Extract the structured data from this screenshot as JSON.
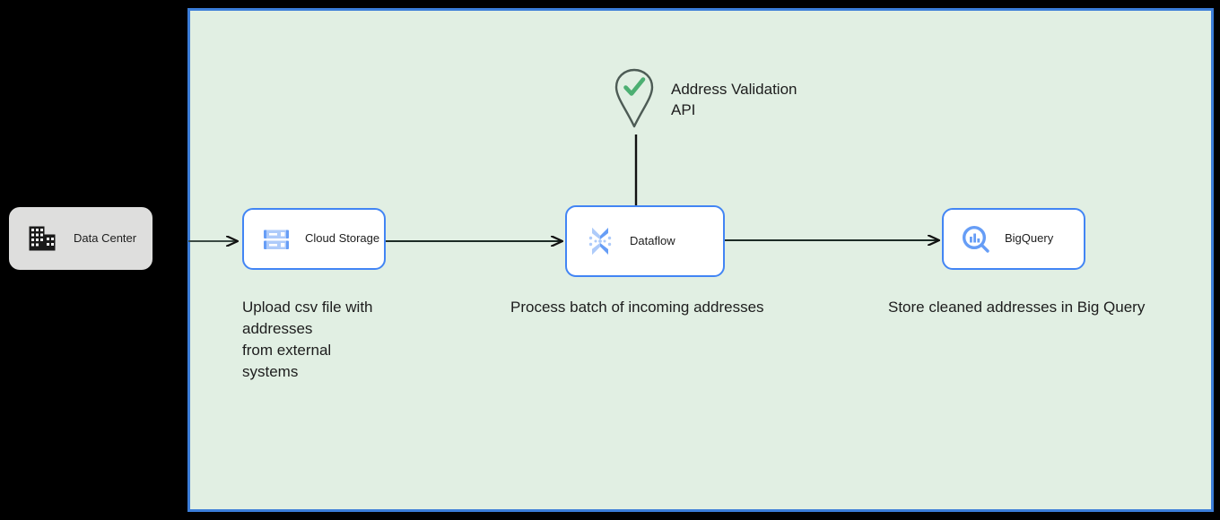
{
  "diagram": {
    "background_color": "#000000",
    "boundary": {
      "name": "cloud-boundary",
      "fill_color": "#e1efe3",
      "border_color": "#3b7dd8"
    },
    "nodes": [
      {
        "id": "datacenter",
        "label": "Data Center",
        "icon": "data-center-icon",
        "fill_color": "#dededd",
        "text_color": "#1d1d1d"
      },
      {
        "id": "cloud-storage",
        "label": "Cloud Storage",
        "icon": "cloud-storage-icon",
        "fill_color": "#ffffff",
        "border_color": "#4285f4"
      },
      {
        "id": "dataflow",
        "label": "Dataflow",
        "icon": "dataflow-icon",
        "fill_color": "#ffffff",
        "border_color": "#4285f4"
      },
      {
        "id": "bigquery",
        "label": "BigQuery",
        "icon": "bigquery-icon",
        "fill_color": "#ffffff",
        "border_color": "#4285f4"
      }
    ],
    "external_service": {
      "id": "address-validation-api",
      "label": "Address Validation\nAPI",
      "icon": "map-pin-check-icon",
      "icon_stroke_color": "#4d5b55",
      "check_color": "#4caf72"
    },
    "captions": [
      {
        "id": "caption-storage",
        "text": "Upload csv file with\naddresses\nfrom external\nsystems"
      },
      {
        "id": "caption-dataflow",
        "text": "Process batch of incoming addresses"
      },
      {
        "id": "caption-bigquery",
        "text": "Store cleaned addresses in Big Query"
      }
    ],
    "connectors": [
      {
        "id": "datacenter-to-storage",
        "from": "datacenter",
        "to": "cloud-storage",
        "style": "arrow"
      },
      {
        "id": "storage-to-dataflow",
        "from": "cloud-storage",
        "to": "dataflow",
        "style": "arrow"
      },
      {
        "id": "dataflow-to-bigquery",
        "from": "dataflow",
        "to": "bigquery",
        "style": "arrow"
      },
      {
        "id": "api-to-dataflow",
        "from": "address-validation-api",
        "to": "dataflow",
        "style": "line"
      }
    ]
  }
}
